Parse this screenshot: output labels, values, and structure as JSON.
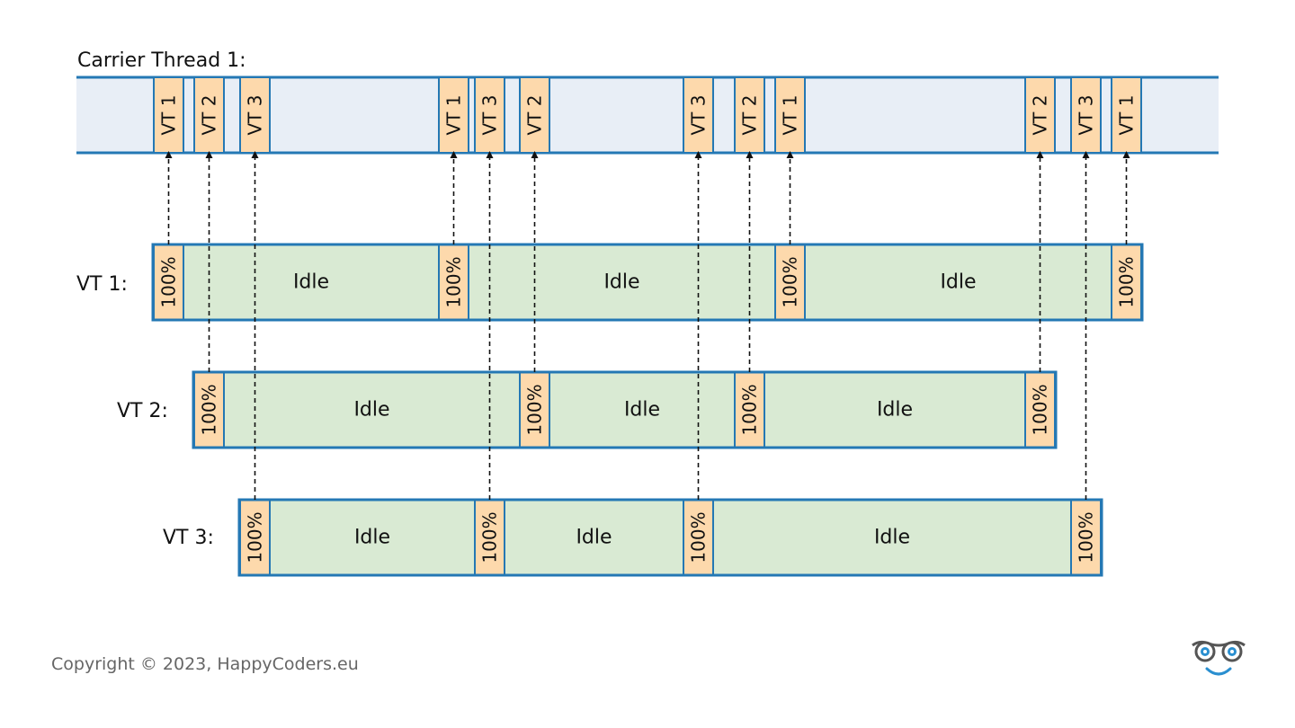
{
  "carrier": {
    "label": "Carrier Thread 1:",
    "slots": [
      "VT 1",
      "VT 2",
      "VT 3",
      "VT 1",
      "VT 3",
      "VT 2",
      "VT 3",
      "VT 2",
      "VT 1",
      "VT 2",
      "VT 3",
      "VT 1"
    ]
  },
  "lanes": [
    {
      "label": "VT 1:",
      "busy_text": "100%",
      "idle_text": "Idle"
    },
    {
      "label": "VT 2:",
      "busy_text": "100%",
      "idle_text": "Idle"
    },
    {
      "label": "VT 3:",
      "busy_text": "100%",
      "idle_text": "Idle"
    }
  ],
  "footer": {
    "copyright": "Copyright © 2023, HappyCoders.eu"
  },
  "colors": {
    "carrier_fill": "#e8eef6",
    "busy_fill": "#fdd9ac",
    "idle_fill": "#d9ead3",
    "border": "#2478b4",
    "arrow": "#111111"
  },
  "icons": {
    "logo": "glasses-smile-icon"
  }
}
